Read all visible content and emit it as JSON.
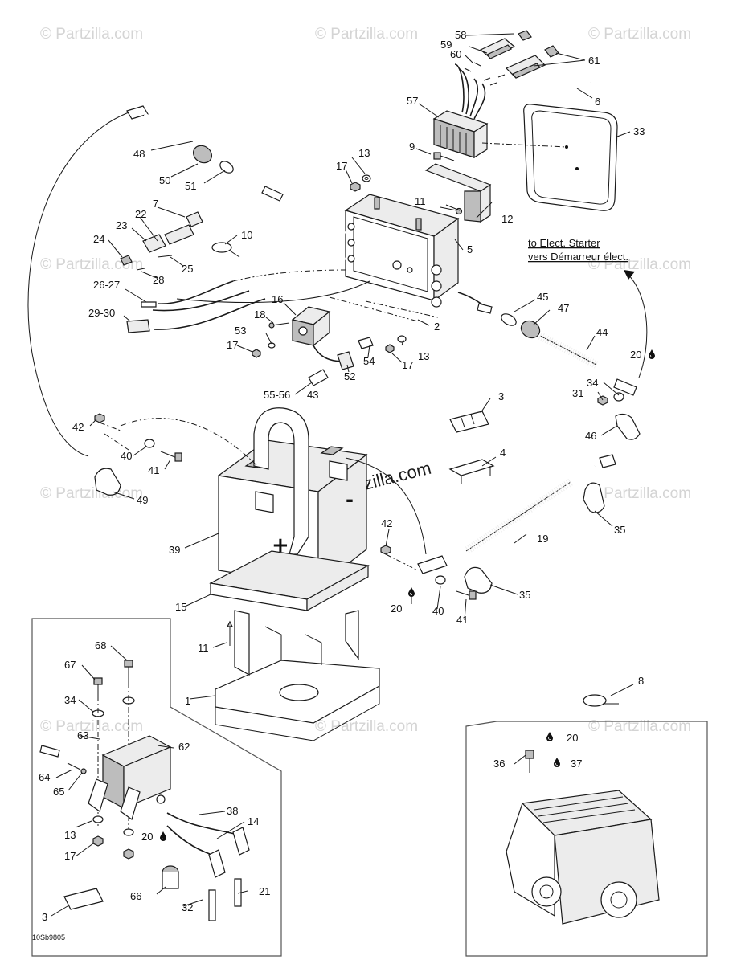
{
  "watermark": "© Partzilla.com",
  "center_watermark": "© Partzilla.com",
  "drawing_code": "10Sb9805",
  "note_starter": {
    "line1": "to Elect. Starter",
    "line2": "vers Démarreur élect."
  },
  "callouts": {
    "c58": "58",
    "c59": "59",
    "c60": "60",
    "c61": "61",
    "c6": "6",
    "c57": "57",
    "c33": "33",
    "c9": "9",
    "c13a": "13",
    "c17a": "17",
    "c48": "48",
    "c50": "50",
    "c51": "51",
    "c7": "7",
    "c22": "22",
    "c23": "23",
    "c24": "24",
    "c10": "10",
    "c25": "25",
    "c28": "28",
    "c11a": "11",
    "c12": "12",
    "c5": "5",
    "c26_27": "26-27",
    "c29_30": "29-30",
    "c16": "16",
    "c18": "18",
    "c53": "53",
    "c17b": "17",
    "c2": "2",
    "c45": "45",
    "c47": "47",
    "c44": "44",
    "c54": "54",
    "c13b": "13",
    "c17c": "17",
    "c52": "52",
    "c20a": "20",
    "c55_56": "55-56",
    "c43": "43",
    "c34a": "34",
    "c31": "31",
    "c42a": "42",
    "c3a": "3",
    "c46": "46",
    "c40a": "40",
    "c41a": "41",
    "c4": "4",
    "c49": "49",
    "c35a": "35",
    "c19": "19",
    "c39": "39",
    "c42b": "42",
    "c15": "15",
    "c20b": "20",
    "c40b": "40",
    "c41b": "41",
    "c35b": "35",
    "c11b": "11",
    "c1": "1",
    "c68": "68",
    "c67": "67",
    "c34b": "34",
    "c63": "63",
    "c62": "62",
    "c64": "64",
    "c65": "65",
    "c38": "38",
    "c14": "14",
    "c13c": "13",
    "c20c": "20",
    "c17d": "17",
    "c66": "66",
    "c32": "32",
    "c21": "21",
    "c3b": "3",
    "c8": "8",
    "c20d": "20",
    "c36": "36",
    "c37": "37"
  },
  "icons": {
    "oil_drop": "oil-drop-icon",
    "plus": "+",
    "minus": "-"
  }
}
